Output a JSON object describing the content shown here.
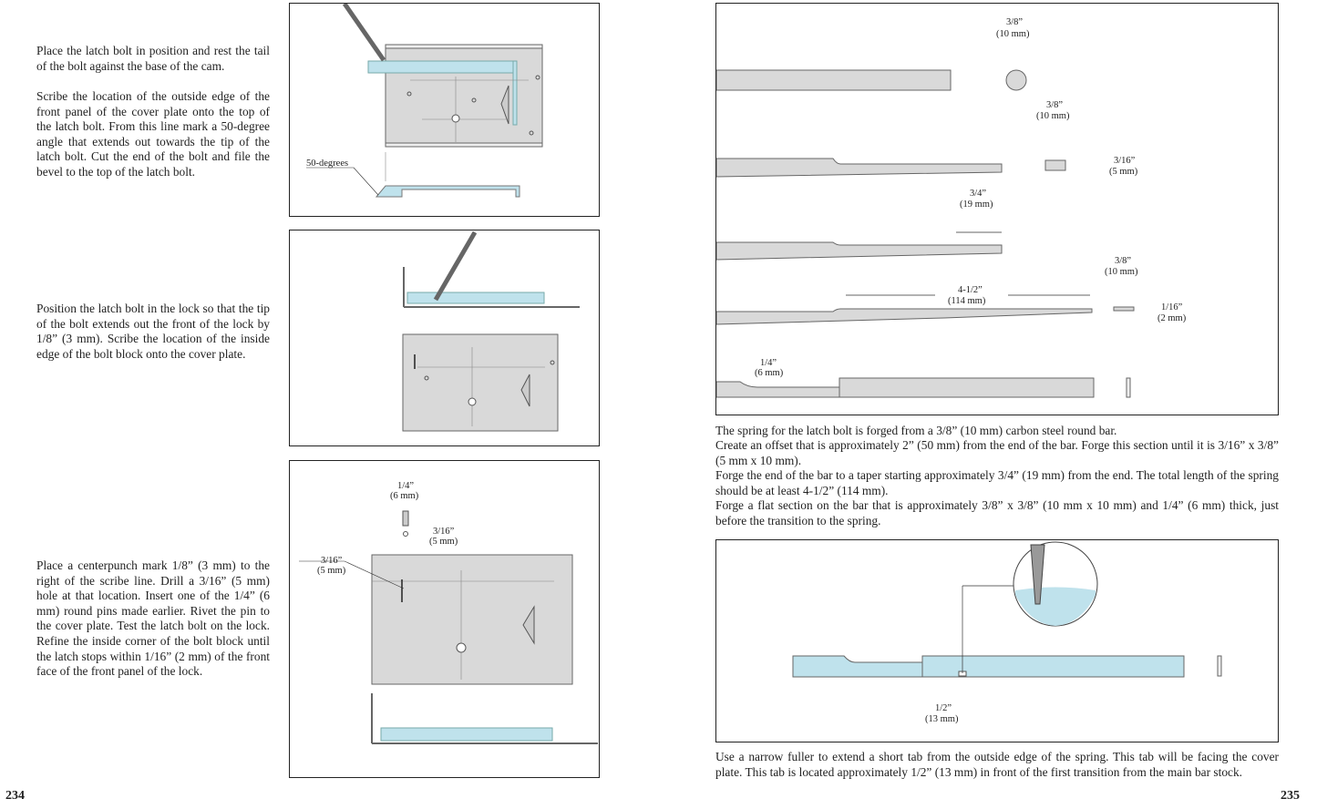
{
  "left_page": {
    "page_number": "234",
    "paragraphs": [
      "Place the latch bolt in position and rest the tail of the bolt against the base of the cam.",
      "Scribe the location of the outside edge of the front panel of the cover plate onto the top of the latch bolt. From this line mark a 50-degree angle that extends out towards the tip of the latch bolt. Cut the end of the bolt and file the bevel to the top of the latch bolt.",
      "Position the latch bolt in the lock so that the tip of the bolt extends out the front of the lock by 1/8” (3 mm). Scribe the location of the inside edge of the bolt block onto the cover plate.",
      "Place a centerpunch mark 1/8” (3 mm) to the right of the scribe line. Drill a 3/16” (5 mm) hole at that location. Insert one of the 1/4” (6 mm) round pins made earlier. Rivet the pin to the cover plate. Test the latch bolt on the lock. Refine the inside corner of the bolt block until the latch stops within 1/16” (2 mm) of the front face of the front panel of the lock."
    ],
    "figure1": {
      "label": "50-degrees"
    },
    "figure3": {
      "pin_in": "1/4”",
      "pin_mm": "(6 mm)",
      "hole_in": "3/16”",
      "hole_mm": "(5 mm)",
      "offset_in": "3/16”",
      "offset_mm": "(5 mm)"
    }
  },
  "right_page": {
    "page_number": "235",
    "figure1": {
      "round_in": "3/8”",
      "round_mm": "(10 mm)",
      "width_in": "3/8”",
      "width_mm": "(10 mm)",
      "thick_in": "3/16”",
      "thick_mm": "(5 mm)",
      "taper_in": "3/4”",
      "taper_mm": "(19 mm)",
      "length_in": "4-1/2”",
      "length_mm": "(114 mm)",
      "tip_w_in": "3/8”",
      "tip_w_mm": "(10 mm)",
      "tip_t_in": "1/16”",
      "tip_t_mm": "(2 mm)",
      "flat_in": "1/4”",
      "flat_mm": "(6 mm)"
    },
    "paragraphs": [
      "The spring for the latch bolt is forged from a 3/8” (10 mm) carbon steel round bar.",
      "Create an offset that is approximately 2” (50 mm) from the end of the bar. Forge this section until it is 3/16” x 3/8” (5 mm x 10 mm).",
      "Forge the end of the bar to a taper starting approximately 3/4” (19 mm) from the end. The total length of the spring should be at least 4-1/2” (114 mm).",
      "Forge a flat section on the bar that is approximately 3/8” x 3/8” (10 mm x 10 mm) and 1/4” (6 mm) thick, just before the transition to the spring."
    ],
    "figure2": {
      "tab_in": "1/2”",
      "tab_mm": "(13 mm)"
    },
    "caption": "Use a narrow fuller to extend a short tab from the outside edge of the spring. This tab will be facing the cover plate. This tab is located approximately 1/2” (13 mm) in front of the first transition from the main bar stock."
  },
  "colors": {
    "steel": "#d9d9d9",
    "bolt_blue": "#bfe2ec",
    "outline": "#555555"
  }
}
